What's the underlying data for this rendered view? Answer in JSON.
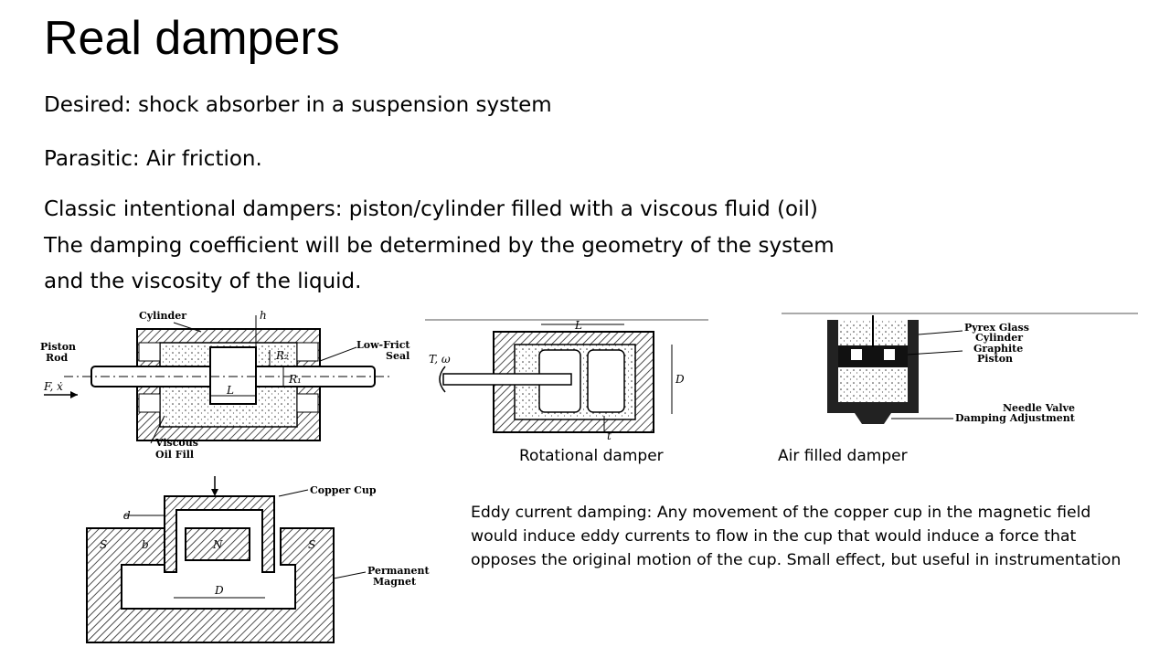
{
  "slide": {
    "title": "Real dampers",
    "bullets": [
      "Desired: shock absorber in a suspension system",
      "Parasitic: Air friction.",
      "Classic intentional dampers: piston/cylinder filled with a viscous fluid (oil)",
      "The damping coefficient will be determined by the geometry of the system",
      "and the viscosity of the liquid."
    ],
    "captions": {
      "rotational": "Rotational damper",
      "air": "Air filled damper"
    },
    "eddy_text": "Eddy current damping: Any movement of the copper cup in the magnetic field would induce eddy currents to flow in the cup that would induce a force that opposes the original motion of the cup. Small effect, but useful in instrumentation"
  },
  "figures": {
    "piston": {
      "labels": {
        "cylinder": "Cylinder",
        "piston_line1": "Piston",
        "piston_line2": "Rod",
        "force": "F, ẋ",
        "seal_line1": "Low-Frict",
        "seal_line2": "Seal",
        "oil_line1": "Viscous",
        "oil_line2": "Oil Fill",
        "h": "h",
        "r2": "R₂",
        "r1": "R₁",
        "l": "L"
      }
    },
    "rotational": {
      "labels": {
        "torque": "T, ω",
        "l": "L",
        "d": "D",
        "t": "t"
      }
    },
    "air": {
      "labels": {
        "cyl_line1": "Pyrex Glass",
        "cyl_line2": "Cylinder",
        "piston_line1": "Graphite",
        "piston_line2": "Piston",
        "valve_line1": "Needle Valve",
        "valve_line2": "Damping Adjustment"
      }
    },
    "eddy": {
      "labels": {
        "copper": "Copper Cup",
        "d_small": "d",
        "b": "b",
        "s_left": "S",
        "n": "N",
        "s_right": "S",
        "d_big": "D",
        "magnet_line1": "Permanent",
        "magnet_line2": "Magnet"
      }
    }
  }
}
